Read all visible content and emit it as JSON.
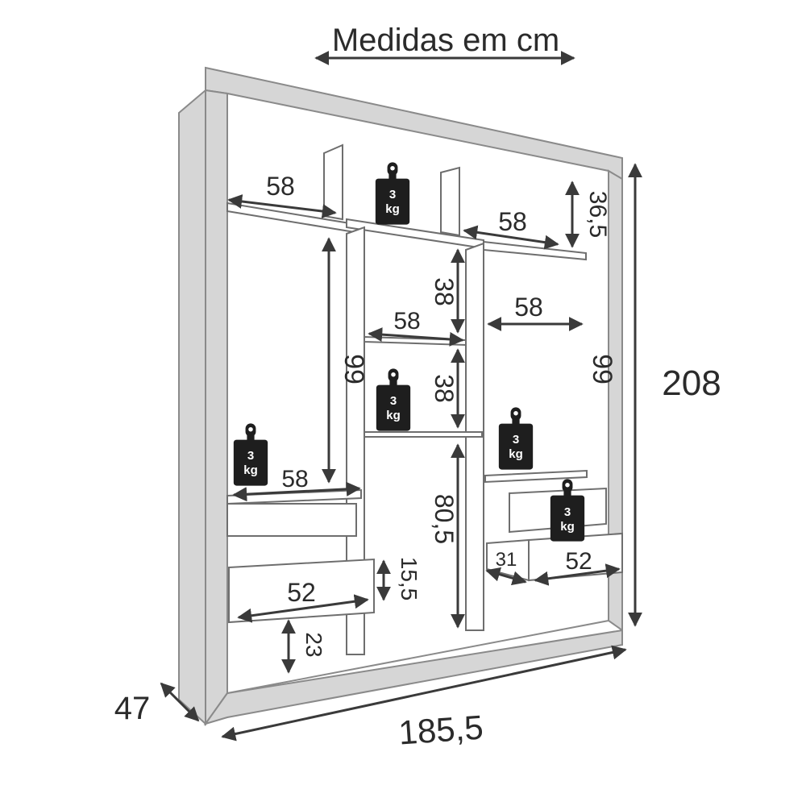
{
  "title": "Medidas em cm",
  "colors": {
    "frame": "#d6d6d6",
    "frame_edge": "#8a8a8a",
    "line": "#3a3a3a",
    "arrow": "#3a3a3a",
    "weight_tag": "#1e1e1e",
    "panel": "#ffffff"
  },
  "dimensions": {
    "height_total": "208",
    "width_total": "185,5",
    "depth_total": "47",
    "shelf_top_left": "58",
    "shelf_top_right": "58",
    "shelf_center": "58",
    "shelf_right": "58",
    "shelf_left_low": "58",
    "top_right_niche": "36,5",
    "hanger_left": "99",
    "hanger_right": "99",
    "center_niche_upper": "38",
    "center_niche_lower": "38",
    "center_bottom": "80,5",
    "drawer_left_width": "52",
    "drawer_left_height": "15,5",
    "bottom_left_gap": "23",
    "drawer_right_depth": "31",
    "drawer_right_width": "52"
  },
  "weight_tags": [
    {
      "value": "3",
      "unit": "kg"
    },
    {
      "value": "3",
      "unit": "kg"
    },
    {
      "value": "3",
      "unit": "kg"
    },
    {
      "value": "3",
      "unit": "kg"
    },
    {
      "value": "3",
      "unit": "kg"
    }
  ]
}
